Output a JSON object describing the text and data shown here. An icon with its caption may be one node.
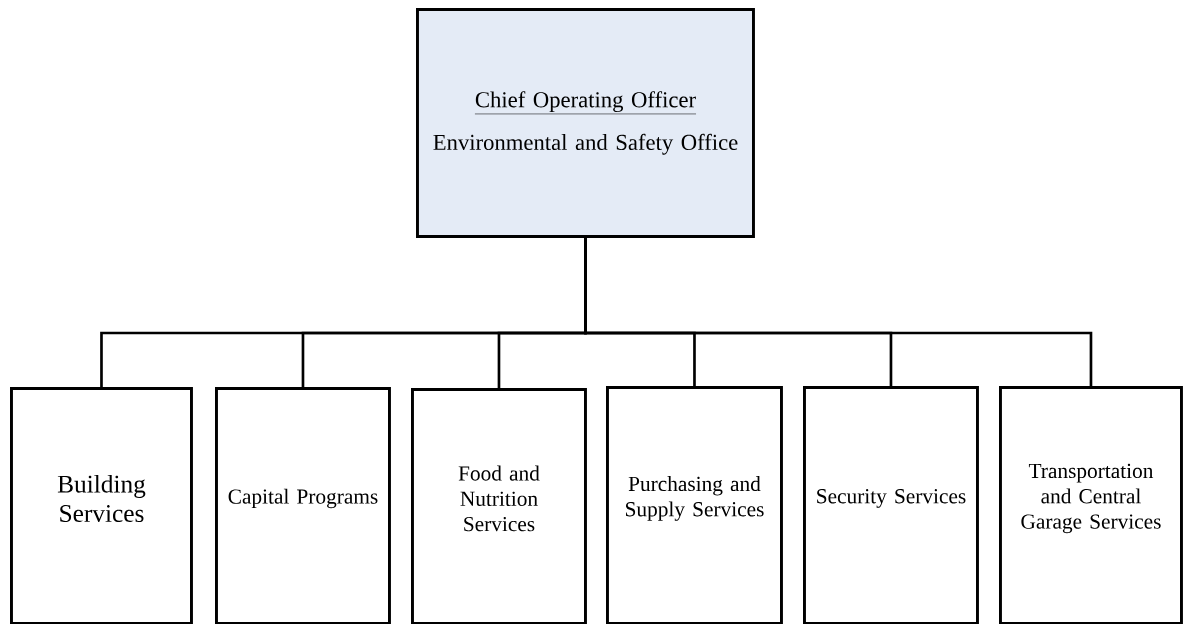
{
  "diagram": {
    "nodes": [
      {
        "text": [
          "Chief Operating Officer",
          "Environmental and Safety Office"
        ]
      },
      {
        "text": [
          "Building Services"
        ]
      },
      {
        "text": [
          "Capital Programs"
        ]
      },
      {
        "text": [
          "Food and Nutrition Services"
        ]
      },
      {
        "text": [
          "Purchasing and Supply Services"
        ]
      },
      {
        "text": [
          "Security Services"
        ]
      },
      {
        "text": [
          "Transportation and Central Garage Services"
        ]
      }
    ],
    "edges": [
      {
        "from": 0,
        "to": 1,
        "arrow": "none"
      },
      {
        "from": 0,
        "to": 2,
        "arrow": "none"
      },
      {
        "from": 0,
        "to": 3,
        "arrow": "none"
      },
      {
        "from": 0,
        "to": 4,
        "arrow": "none"
      },
      {
        "from": 0,
        "to": 5,
        "arrow": "none"
      },
      {
        "from": 0,
        "to": 6,
        "arrow": "none"
      }
    ]
  }
}
